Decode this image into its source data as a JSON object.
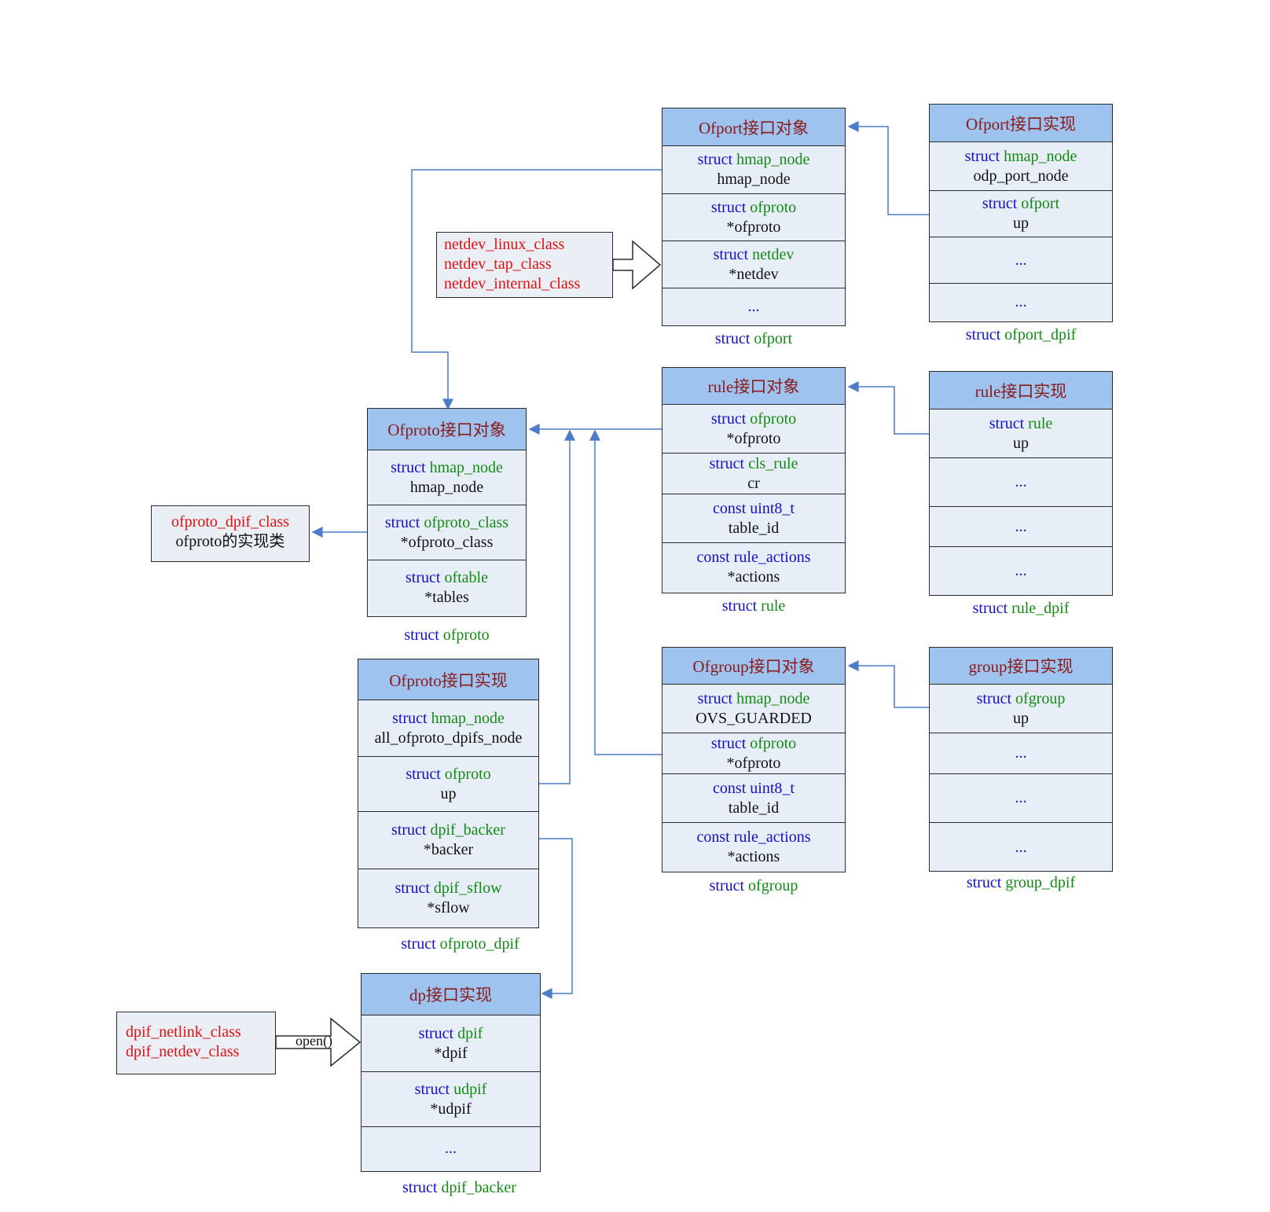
{
  "structs": {
    "ofport": {
      "header": "Ofport接口对象",
      "fields": [
        {
          "kw": "struct ",
          "type": "hmap_node",
          "name": "hmap_node"
        },
        {
          "kw": "struct ",
          "type": "ofproto",
          "name": "*ofproto"
        },
        {
          "kw": "struct ",
          "type": "netdev",
          "name": "*netdev"
        },
        {
          "ellipsis": "..."
        }
      ],
      "caption_kw": "struct ",
      "caption_type": "ofport"
    },
    "ofport_dpif": {
      "header": "Ofport接口实现",
      "fields": [
        {
          "kw": "struct ",
          "type": "hmap_node",
          "name": "odp_port_node"
        },
        {
          "kw": "struct ",
          "type": "ofport",
          "name": "up"
        },
        {
          "ellipsis": "..."
        },
        {
          "ellipsis": "..."
        }
      ],
      "caption_kw": "struct ",
      "caption_type": "ofport_dpif"
    },
    "rule": {
      "header": "rule接口对象",
      "fields": [
        {
          "kw": "struct ",
          "type": "ofproto",
          "name": "*ofproto"
        },
        {
          "kw": "struct ",
          "type": "cls_rule",
          "name": "cr"
        },
        {
          "kw": "const ",
          "type": "uint8_t",
          "name": "table_id"
        },
        {
          "kw": "const ",
          "type": "rule_actions",
          "name": "*actions"
        }
      ],
      "caption_kw": "struct ",
      "caption_type": "rule"
    },
    "rule_dpif": {
      "header": "rule接口实现",
      "fields": [
        {
          "kw": "struct ",
          "type": "rule",
          "name": "up"
        },
        {
          "ellipsis": "..."
        },
        {
          "ellipsis": "..."
        },
        {
          "ellipsis": "..."
        }
      ],
      "caption_kw": "struct ",
      "caption_type": "rule_dpif"
    },
    "ofproto": {
      "header": "Ofproto接口对象",
      "fields": [
        {
          "kw": "struct ",
          "type": "hmap_node",
          "name": "hmap_node"
        },
        {
          "kw": "struct ",
          "type": "ofproto_class",
          "name": "*ofproto_class"
        },
        {
          "kw": "struct ",
          "type": "oftable",
          "name": "*tables"
        }
      ],
      "caption_kw": "struct ",
      "caption_type": "ofproto"
    },
    "ofproto_dpif": {
      "header": "Ofproto接口实现",
      "fields": [
        {
          "kw": "struct ",
          "type": "hmap_node",
          "name": "all_ofproto_dpifs_node"
        },
        {
          "kw": "struct ",
          "type": "ofproto",
          "name": "up"
        },
        {
          "kw": "struct ",
          "type": "dpif_backer",
          "name": "*backer"
        },
        {
          "kw": "struct ",
          "type": "dpif_sflow",
          "name": "*sflow"
        }
      ],
      "caption_kw": "struct ",
      "caption_type": "ofproto_dpif"
    },
    "ofgroup": {
      "header": "Ofgroup接口对象",
      "fields": [
        {
          "kw": "struct ",
          "type": "hmap_node",
          "name": "OVS_GUARDED"
        },
        {
          "kw": "struct ",
          "type": "ofproto",
          "name": "*ofproto"
        },
        {
          "kw": "const ",
          "type": "uint8_t",
          "name": "table_id"
        },
        {
          "kw": "const ",
          "type": "rule_actions",
          "name": "*actions"
        }
      ],
      "caption_kw": "struct ",
      "caption_type": "ofgroup"
    },
    "group_dpif": {
      "header": "group接口实现",
      "fields": [
        {
          "kw": "struct ",
          "type": "ofgroup",
          "name": "up"
        },
        {
          "ellipsis": "..."
        },
        {
          "ellipsis": "..."
        },
        {
          "ellipsis": "..."
        }
      ],
      "caption_kw": "struct ",
      "caption_type": "group_dpif"
    },
    "dpif_backer": {
      "header": "dp接口实现",
      "fields": [
        {
          "kw": "struct ",
          "type": "dpif",
          "name": "*dpif"
        },
        {
          "kw": "struct ",
          "type": "udpif",
          "name": "*udpif"
        },
        {
          "ellipsis": "..."
        }
      ],
      "caption_kw": "struct ",
      "caption_type": "dpif_backer"
    }
  },
  "externals": {
    "netdev": {
      "lines": [
        "netdev_linux_class",
        "netdev_tap_class",
        "netdev_internal_class"
      ]
    },
    "ofproto_dpif_class": {
      "red": "ofproto_dpif_class",
      "black": "ofproto的实现类"
    },
    "dpif_classes": {
      "lines": [
        "dpif_netlink_class",
        "dpif_netdev_class"
      ]
    }
  },
  "labels": {
    "open": "open()"
  },
  "colors": {
    "header_bg": "#9dc3ee",
    "header_text": "#8b1a1a",
    "box_bg": "#e8eef7",
    "keyword": "#1010c8",
    "type": "#138a13",
    "external_text": "#e01010",
    "connector": "#4a7cc7"
  }
}
